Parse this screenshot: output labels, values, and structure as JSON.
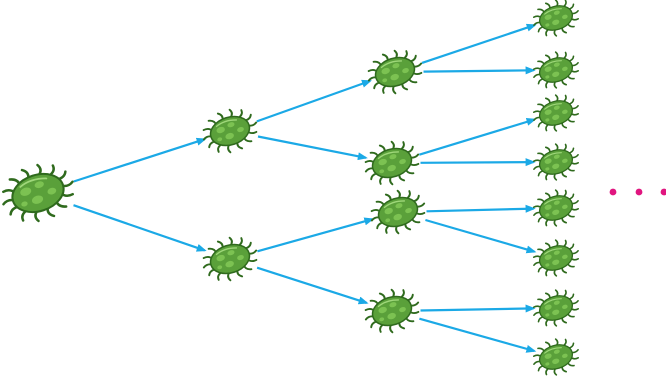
{
  "diagram": {
    "generations": [
      1,
      2,
      4,
      8
    ],
    "continuation": "dots",
    "colors": {
      "arrow": "#1ba9e6",
      "bacterium_body": "#5aa03a",
      "bacterium_outline": "#2f6a1d",
      "bacterium_spots": "#7cc252",
      "legs": "#2f6a1d",
      "dots": "#e0157f"
    },
    "icons": {
      "bacterium": "bacterium-icon",
      "arrow": "arrow-icon",
      "ellipsis": "ellipsis-icon"
    }
  }
}
